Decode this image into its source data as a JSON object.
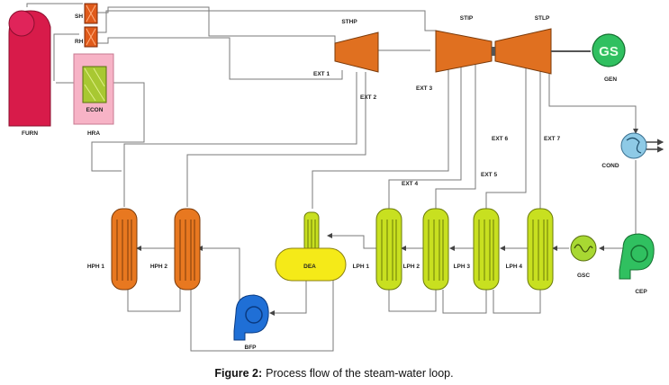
{
  "labels": {
    "furn": "FURN",
    "hra": "HRA",
    "sh": "SH",
    "rh": "RH",
    "econ": "ECON",
    "sthp": "STHP",
    "stip": "STIP",
    "stlp": "STLP",
    "gs": "GS",
    "gen": "GEN",
    "cond": "COND",
    "cep": "CEP",
    "gsc": "GSC",
    "dea": "DEA",
    "bfp": "BFP",
    "hph1": "HPH 1",
    "hph2": "HPH 2",
    "lph1": "LPH 1",
    "lph2": "LPH 2",
    "lph3": "LPH 3",
    "lph4": "LPH 4",
    "ext1": "EXT 1",
    "ext2": "EXT 2",
    "ext3": "EXT 3",
    "ext4": "EXT 4",
    "ext5": "EXT 5",
    "ext6": "EXT 6",
    "ext7": "EXT 7"
  },
  "caption": {
    "number": "Figure 2:",
    "text": "Process flow of the steam-water loop."
  },
  "colors": {
    "furnace": "#d81b4a",
    "hra_casing": "#f7b3c6",
    "turbine": "#e07020",
    "generator": "#30c060",
    "condenser": "#8ecae6",
    "hp_heater": "#e87820",
    "lp_heater": "#c8e020",
    "deaerator": "#f5ea18",
    "bfp": "#1f6fd6",
    "pipe": "#7a7a7a"
  }
}
